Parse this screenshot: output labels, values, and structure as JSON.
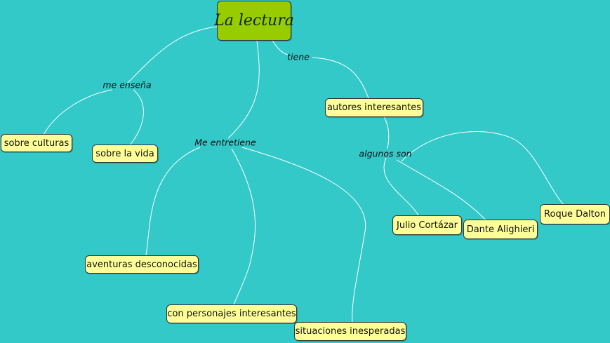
{
  "root": {
    "text": "La lectura"
  },
  "relations": {
    "me_ensena": "me enseña",
    "tiene": "tiene",
    "me_entretiene": "Me entretiene",
    "algunos_son": "algunos son"
  },
  "nodes": {
    "sobre_culturas": "sobre culturas",
    "sobre_la_vida": "sobre la vida",
    "autores_interesantes": "autores interesantes",
    "aventuras_desconocidas": "aventuras desconocidas",
    "con_personajes_interesantes": "con personajes interesantes",
    "situaciones_inesperadas": "situaciones inesperadas",
    "julio_cortazar": "Julio Cortázar",
    "dante_alighieri": "Dante Alighieri",
    "roque_dalton": "Roque Dalton"
  },
  "colors": {
    "background": "#33c9c9",
    "root_fill": "#99cc00",
    "node_fill": "#ffff99",
    "link": "#ffffff"
  }
}
